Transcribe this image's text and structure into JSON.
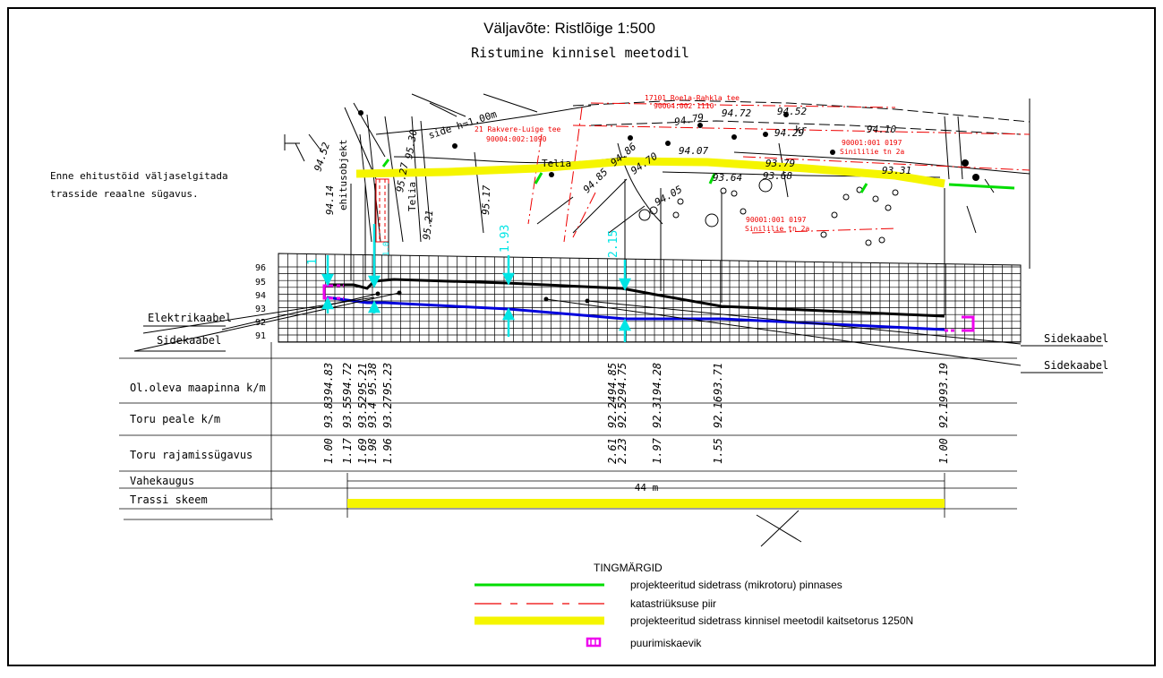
{
  "title": "Väljavõte: Ristlõige 1:500",
  "subtitle": "Ristumine kinnisel meetodil",
  "note_lines": [
    "Enne ehitustöid väljaselgitada",
    "trasside reaalne sügavus."
  ],
  "elevation_ticks": [
    "96",
    "95",
    "94",
    "93",
    "92",
    "91"
  ],
  "left_labels": {
    "elektrikaabel": "Elektrikaabel",
    "sidekaabel": "Sidekaabel"
  },
  "right_labels": {
    "sidekaabel_1": "Sidekaabel",
    "sidekaabel_2": "Sidekaabel"
  },
  "plan_labels": {
    "road_21": "21 Rakvere-Luige tee",
    "road_21_code": "90004:002:1090",
    "road_17101": "17101 Roela-Rahkla tee",
    "road_17101_code": "90004:002 1110",
    "parcel_1": "90001:001 0197",
    "parcel_1_name": "Sinililie tn 2a",
    "parcel_2": "90001:001 0197",
    "parcel_2_name": "Sinililie tn 2a",
    "telia_1": "Telia",
    "telia_2": "Telia",
    "side": "side h=1.00m",
    "ehitusobjekt": "ehitusobjekt",
    "kr": "kr"
  },
  "plan_heights": [
    "94.52",
    "94.14",
    "95.30",
    "95.27",
    "95.21",
    "95.17",
    "94.85",
    "94.86",
    "94.70",
    "94.79",
    "94.72",
    "94.52",
    "94.10",
    "94.29",
    "94.07",
    "93.79",
    "93.68",
    "93.64",
    "93.31",
    "94.05"
  ],
  "depth_marks": [
    "1",
    "1.93",
    "2.15",
    "1.0"
  ],
  "rows": {
    "ground": "Ol.oleva maapinna k/m",
    "pipe_top": "Toru peale k/m",
    "depth": "Toru rajamissügavus",
    "distance": "Vahekaugus",
    "scheme": "Trassi skeem"
  },
  "ground_values": [
    "94.83",
    "94.72",
    "95.21",
    "95.38",
    "95.23",
    "94.85",
    "94.75",
    "94.28",
    "93.71",
    "93.19"
  ],
  "pipe_values": [
    "93.83",
    "93.55",
    "93.52",
    "93.4",
    "93.27",
    "92.24",
    "92.52",
    "92.31",
    "92.16",
    "92.19"
  ],
  "depth_values": [
    "1.00",
    "1.17",
    "1.69",
    "1.98",
    "1.96",
    "2.61",
    "2.23",
    "1.97",
    "1.55",
    "1.00"
  ],
  "distance_value": "44 m",
  "legend": {
    "title": "TINGMÄRGID",
    "items": [
      "projekteeritud sidetrass (mikrotoru) pinnases",
      "katastriüksuse piir",
      "projekteeritud sidetrass kinnisel meetodil kaitsetorus 1250N",
      "puurimiskaevik"
    ]
  },
  "colors": {
    "green": "#00dd00",
    "red": "#ee0000",
    "yellow": "#f5f500",
    "magenta": "#ee00ee",
    "cyan": "#00e5e5",
    "blue": "#0000dd"
  }
}
